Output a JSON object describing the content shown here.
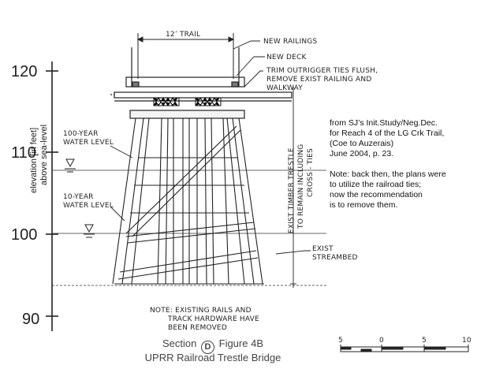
{
  "elevation_axis": {
    "title_line1": "elevation [in feet]",
    "title_line2": "above sea-level",
    "ticks": [
      "120",
      "110",
      "100",
      "90"
    ]
  },
  "labels": {
    "trail_width": "12’ TRAIL",
    "new_railings": "NEW RAILINGS",
    "new_deck": "NEW DECK",
    "trim_line1": "TRIM OUTRIGGER TIES FLUSH,",
    "trim_line2": "REMOVE EXIST RAILING AND",
    "trim_line3": "WALKWAY",
    "water100_line1": "100-YEAR",
    "water100_line2": "WATER LEVEL",
    "water10_line1": "10-YEAR",
    "water10_line2": "WATER LEVEL",
    "trestle_line1": "EXIST TIMBER TRESTLE",
    "trestle_line2": "TO REMAIN INCLUDING",
    "trestle_line3": "CROSS - TIES",
    "streambed_line1": "EXIST",
    "streambed_line2": "STREAMBED",
    "bottom_note_line1": "NOTE: EXISTING RAILS AND",
    "bottom_note_line2": "TRACK HARDWARE HAVE",
    "bottom_note_line3": "BEEN REMOVED"
  },
  "source_note": {
    "line1": "from SJ’s Init.Study/Neg.Dec.",
    "line2": "for Reach 4 of the LG Crk Trail,",
    "line3": "(Coe to Auzerais)",
    "line4": "June 2004, p. 23.",
    "line5": "Note: back then, the plans were",
    "line6": "to utilize the railroad ties;",
    "line7": "now the recommendation",
    "line8": "is to remove them."
  },
  "scale_bar": {
    "ticks": [
      "5",
      "0",
      "5",
      "10"
    ]
  },
  "caption": {
    "section": "Section",
    "section_letter": "D",
    "figure": "Figure 4B",
    "title": "UPRR Railroad Trestle Bridge"
  }
}
